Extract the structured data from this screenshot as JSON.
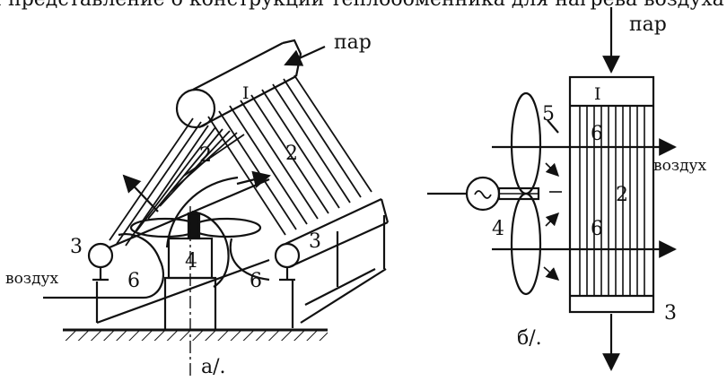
{
  "top_text": "дается представление о конструкции теплообменника для нагрева воздуха паром",
  "figure_a": {
    "caption": "а/.",
    "steam_label": "пар",
    "air_label": "воздух",
    "labels": {
      "manifold_top": "I",
      "tubes_left": "2",
      "tubes_right": "2",
      "manifold_left": "3",
      "manifold_right": "3",
      "fan": "4",
      "duct_left": "6",
      "duct_right": "6"
    }
  },
  "figure_b": {
    "caption": "б/.",
    "steam_label": "пар",
    "air_label": "воздух",
    "labels": {
      "header_top": "I",
      "louvre": "5",
      "upper_space": "6",
      "tubes": "2",
      "fan": "4",
      "lower_space": "6",
      "header_bottom": "3"
    }
  }
}
